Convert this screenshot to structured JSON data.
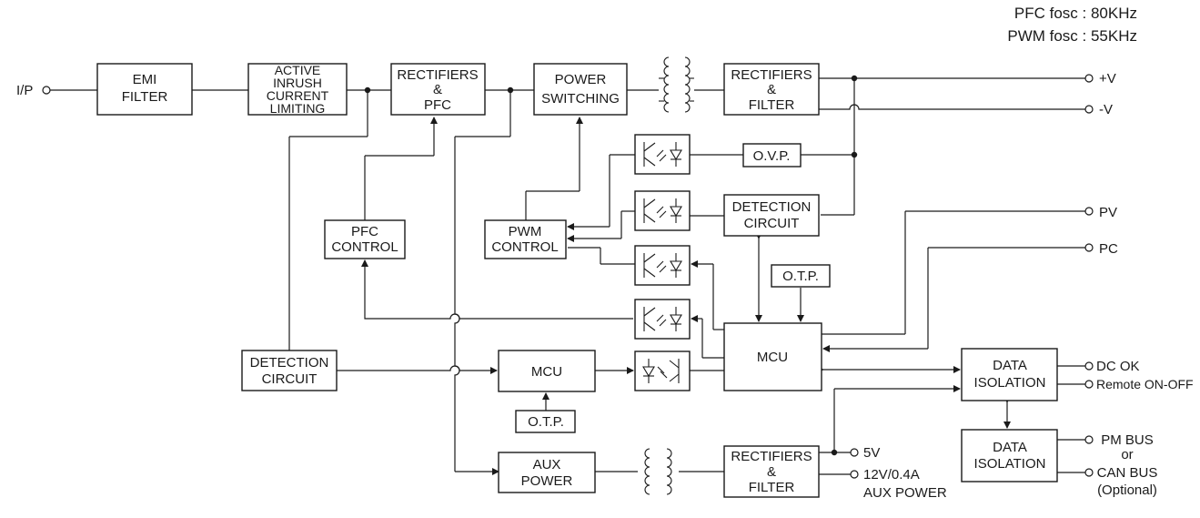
{
  "notes": {
    "pfc_fosc": "PFC fosc : 80KHz",
    "pwm_fosc": "PWM fosc : 55KHz"
  },
  "input": {
    "label": "I/P"
  },
  "blocks": {
    "emi_filter": [
      "EMI",
      "FILTER"
    ],
    "inrush": [
      "ACTIVE",
      "INRUSH",
      "CURRENT",
      "LIMITING"
    ],
    "rect_pfc": [
      "RECTIFIERS",
      "&",
      "PFC"
    ],
    "power_switching": [
      "POWER",
      "SWITCHING"
    ],
    "rect_filter_out": [
      "RECTIFIERS",
      "&",
      "FILTER"
    ],
    "ovp": [
      "O.V.P."
    ],
    "detection_right": [
      "DETECTION",
      "CIRCUIT"
    ],
    "pfc_control": [
      "PFC",
      "CONTROL"
    ],
    "pwm_control": [
      "PWM",
      "CONTROL"
    ],
    "otp_right": [
      "O.T.P."
    ],
    "detection_left": [
      "DETECTION",
      "CIRCUIT"
    ],
    "mcu_primary": [
      "MCU"
    ],
    "otp_primary": [
      "O.T.P."
    ],
    "mcu_secondary": [
      "MCU"
    ],
    "data_isolation_1": [
      "DATA",
      "ISOLATION"
    ],
    "data_isolation_2": [
      "DATA",
      "ISOLATION"
    ],
    "aux_power": [
      "AUX",
      "POWER"
    ],
    "rect_filter_aux": [
      "RECTIFIERS",
      "&",
      "FILTER"
    ]
  },
  "outputs": {
    "plus_v": "+V",
    "minus_v": "-V",
    "pv": "PV",
    "pc": "PC",
    "dc_ok": "DC OK",
    "remote": "Remote ON-OFF",
    "pm_bus": "PM BUS",
    "or": "or",
    "can_bus": "CAN BUS",
    "optional": "(Optional)",
    "v5": "5V",
    "v12": "12V/0.4A",
    "aux_power_out": "AUX POWER"
  }
}
